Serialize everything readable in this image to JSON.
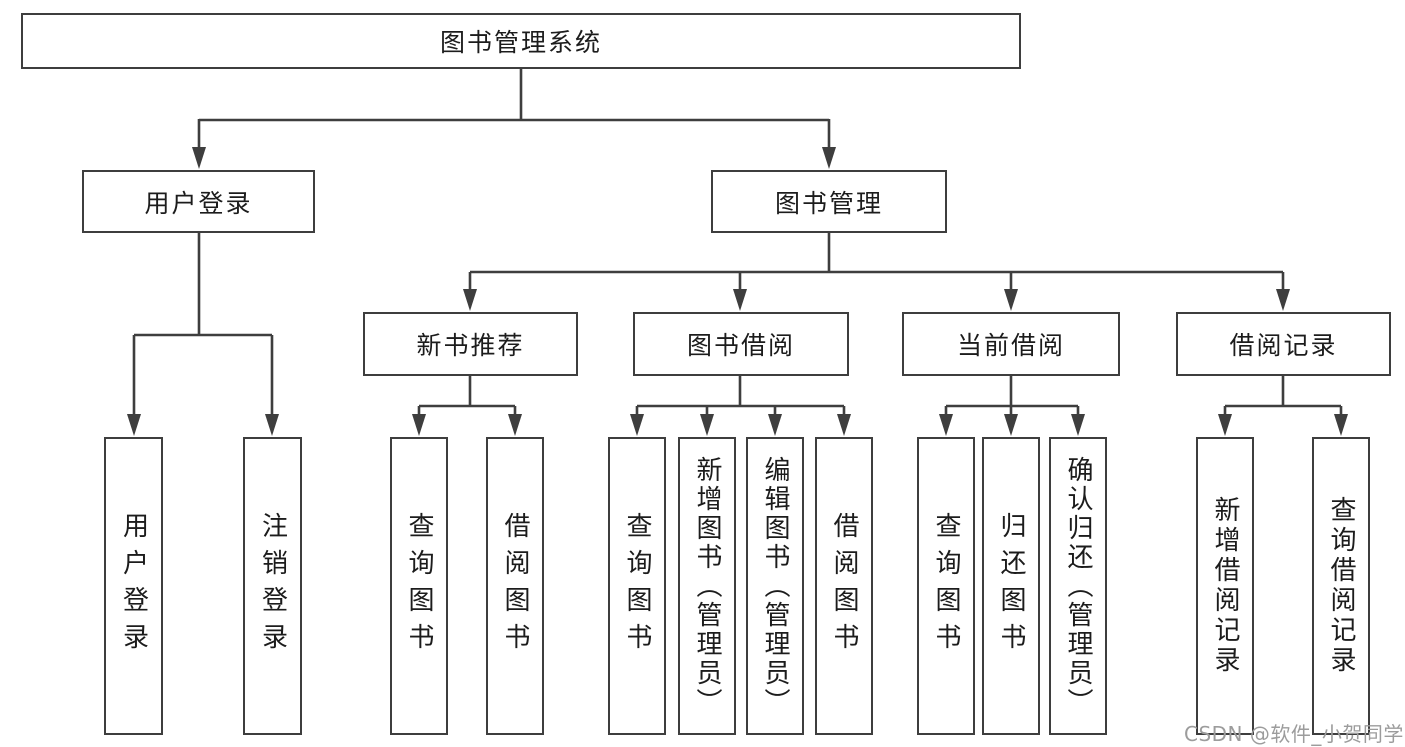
{
  "tree": {
    "root": {
      "label": "图书管理系统",
      "children": [
        {
          "label": "用户登录",
          "children": [
            {
              "label": "用户登录"
            },
            {
              "label": "注销登录"
            }
          ]
        },
        {
          "label": "图书管理",
          "children": [
            {
              "label": "新书推荐",
              "children": [
                {
                  "label": "查询图书"
                },
                {
                  "label": "借阅图书"
                }
              ]
            },
            {
              "label": "图书借阅",
              "children": [
                {
                  "label": "查询图书"
                },
                {
                  "label": "新增图书（管理员）"
                },
                {
                  "label": "编辑图书（管理员）"
                },
                {
                  "label": "借阅图书"
                }
              ]
            },
            {
              "label": "当前借阅",
              "children": [
                {
                  "label": "查询图书"
                },
                {
                  "label": "归还图书"
                },
                {
                  "label": "确认归还（管理员）"
                }
              ]
            },
            {
              "label": "借阅记录",
              "children": [
                {
                  "label": "新增借阅记录"
                },
                {
                  "label": "查询借阅记录"
                }
              ]
            }
          ]
        }
      ]
    }
  },
  "watermark": "CSDN @软件_小贺同学",
  "colors": {
    "line": "#3e3e3e",
    "text": "#1c1c1c",
    "watermark": "#9c9c9c",
    "background": "#ffffff"
  }
}
